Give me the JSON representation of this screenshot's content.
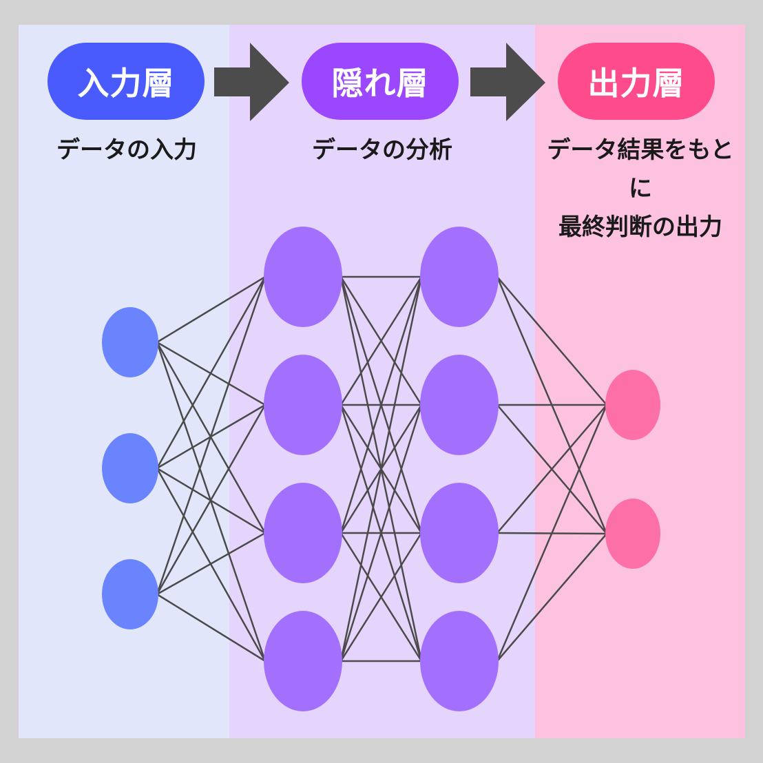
{
  "colors": {
    "page_background": "#d2d2d2",
    "input_panel": "#e2e6fa",
    "hidden_panel": "#e5d5fc",
    "output_panel": "#fdc2e0",
    "input_pill": "#4a5bfd",
    "hidden_pill": "#9b47fd",
    "output_pill": "#fd4b8c",
    "input_node": "#6a84fd",
    "hidden_node": "#a370fd",
    "output_node": "#fd6fa7",
    "connection": "#4a4a4a",
    "arrow": "#4c4c4c"
  },
  "layers": {
    "input": {
      "title": "入力層",
      "description": [
        "データの入力"
      ]
    },
    "hidden": {
      "title": "隠れ層",
      "description": [
        "データの分析"
      ]
    },
    "output": {
      "title": "出力層",
      "description": [
        "データ結果をもとに",
        "最終判断の出力"
      ]
    }
  },
  "icons": {
    "flow_arrow": "right-arrow-icon"
  },
  "network": {
    "layer_sizes": [
      3,
      4,
      4,
      2
    ],
    "connectivity": "fully-connected"
  }
}
